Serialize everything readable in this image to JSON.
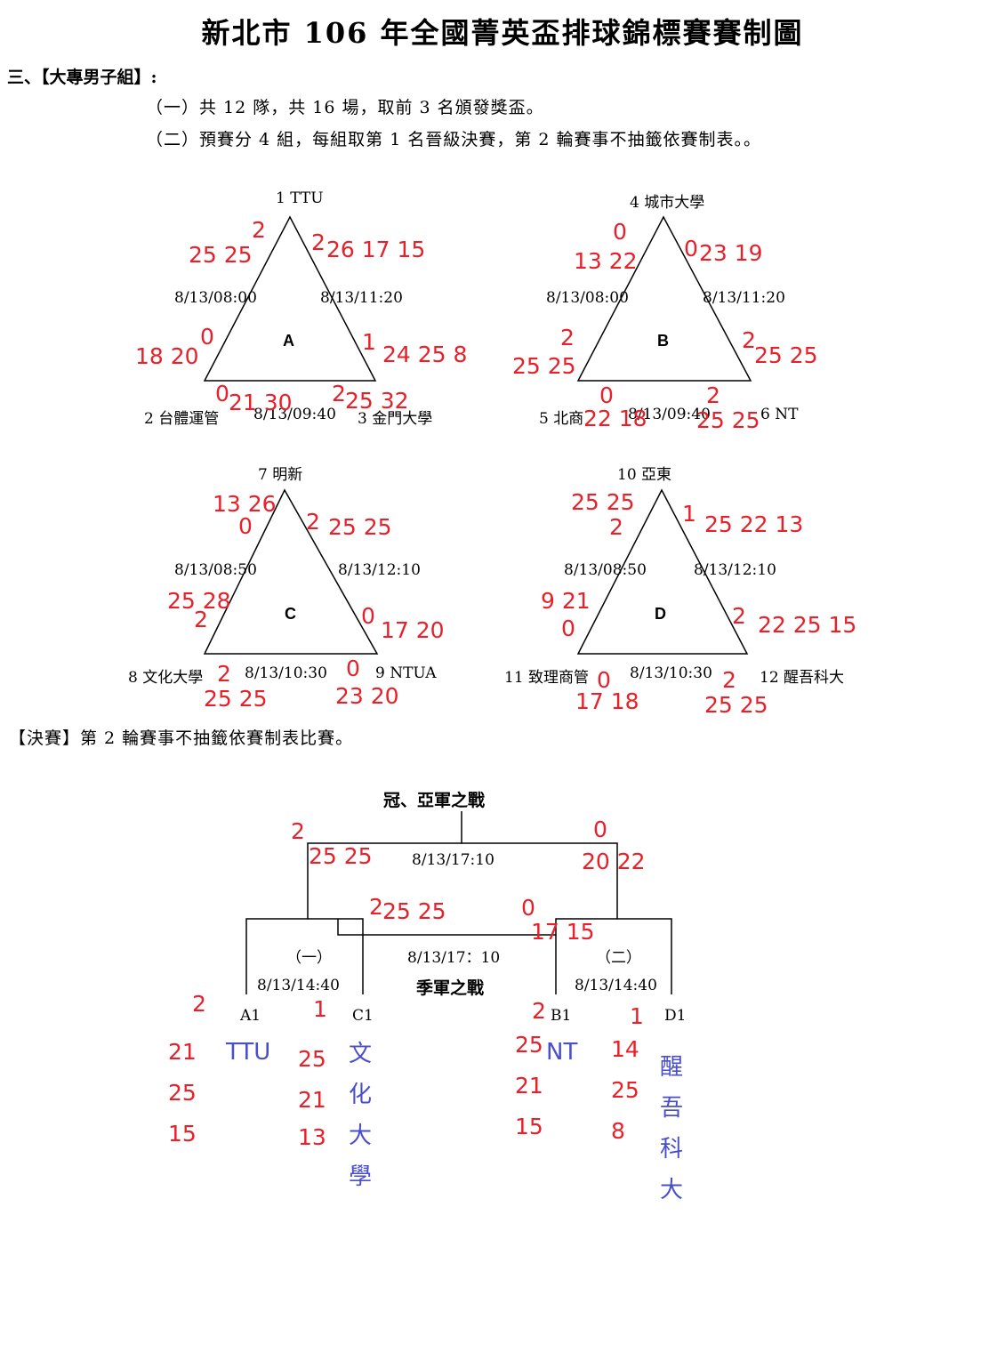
{
  "title": "新北市 106 年全國菁英盃排球錦標賽賽制圖",
  "section_title": "三、【大專男子組】:",
  "rules": [
    "（一）共 12 隊，共 16 場，取前 3 名頒發獎盃。",
    "（二）預賽分 4 組，每組取第 1 名晉級決賽，第 2 輪賽事不抽籤依賽制表。。"
  ],
  "groups": [
    {
      "letter": "A",
      "top_team": "1 TTU",
      "left_team": "2 台體運管",
      "right_team": "3 金門大學",
      "left_time": "8/13/08:00",
      "right_time": "8/13/11:20",
      "bottom_time": "8/13/09:40",
      "scores": {
        "left_edge_top": {
          "sets": "2",
          "points": "25 25"
        },
        "left_edge_bottom": {
          "sets": "0",
          "points": "18 20"
        },
        "right_edge_top": {
          "sets": "2",
          "points": "26 17 15"
        },
        "right_edge_bottom": {
          "sets": "1",
          "points": "24 25 8"
        },
        "bottom_left": {
          "sets": "0",
          "points": "21 30"
        },
        "bottom_right": {
          "sets": "2",
          "points": "25 32"
        }
      }
    },
    {
      "letter": "B",
      "top_team": "4 城市大學",
      "left_team": "5 北商",
      "right_team": "6 NT",
      "left_time": "8/13/08:00",
      "right_time": "8/13/11:20",
      "bottom_time": "8/13/09:40",
      "scores": {
        "left_edge_top": {
          "sets": "0",
          "points": "13 22"
        },
        "left_edge_bottom": {
          "sets": "2",
          "points": "25 25"
        },
        "right_edge_top": {
          "sets": "0",
          "points": "23 19"
        },
        "right_edge_bottom": {
          "sets": "2",
          "points": "25 25"
        },
        "bottom_left": {
          "sets": "0",
          "points": "22 18"
        },
        "bottom_right": {
          "sets": "2",
          "points": "25 25"
        }
      }
    },
    {
      "letter": "C",
      "top_team": "7 明新",
      "left_team": "8 文化大學",
      "right_team": "9 NTUA",
      "left_time": "8/13/08:50",
      "right_time": "8/13/12:10",
      "bottom_time": "8/13/10:30",
      "scores": {
        "left_edge_top": {
          "sets": "0",
          "points": "13 26"
        },
        "left_edge_bottom": {
          "sets": "2",
          "points": "25 28"
        },
        "right_edge_top": {
          "sets": "2",
          "points": "25 25"
        },
        "right_edge_bottom": {
          "sets": "0",
          "points": "17 20"
        },
        "bottom_left": {
          "sets": "2",
          "points": "25 25"
        },
        "bottom_right": {
          "sets": "0",
          "points": "23 20"
        }
      }
    },
    {
      "letter": "D",
      "top_team": "10 亞東",
      "left_team": "11 致理商管",
      "right_team": "12 醒吾科大",
      "left_time": "8/13/08:50",
      "right_time": "8/13/12:10",
      "bottom_time": "8/13/10:30",
      "scores": {
        "left_edge_top": {
          "sets": "2",
          "points": "25 25"
        },
        "left_edge_bottom": {
          "sets": "0",
          "points": "9 21"
        },
        "right_edge_top": {
          "sets": "1",
          "points": "25 22 13"
        },
        "right_edge_bottom": {
          "sets": "2",
          "points": "22 25 15"
        },
        "bottom_left": {
          "sets": "0",
          "points": "17 18"
        },
        "bottom_right": {
          "sets": "2",
          "points": "25 25"
        }
      }
    }
  ],
  "finals": {
    "heading": "【決賽】第 2 輪賽事不抽籤依賽制表比賽。",
    "championship": {
      "label": "冠、亞軍之戰",
      "time": "8/13/17:10",
      "left": {
        "sets": "2",
        "points": "25 25"
      },
      "right": {
        "sets": "0",
        "points": "20 22"
      }
    },
    "third_place": {
      "label": "季軍之戰",
      "time": "8/13/17：10",
      "left": {
        "sets": "2",
        "points": "25 25"
      },
      "right": {
        "sets": "0",
        "points": "17 15"
      }
    },
    "semi1": {
      "label": "（一）",
      "time": "8/13/14:40",
      "left_seed": "A1",
      "right_seed": "C1",
      "left_team": "TTU",
      "right_team": [
        "文",
        "化",
        "大",
        "學"
      ],
      "left_sets": "2",
      "right_sets": "1",
      "left_points": [
        "21",
        "25",
        "15"
      ],
      "right_points": [
        "25",
        "21",
        "13"
      ]
    },
    "semi2": {
      "label": "（二）",
      "time": "8/13/14:40",
      "left_seed": "B1",
      "right_seed": "D1",
      "left_team": "NT",
      "right_team": [
        "醒",
        "吾",
        "科",
        "大"
      ],
      "left_sets": "2",
      "right_sets": "1",
      "left_points": [
        "25",
        "21",
        "15"
      ],
      "right_points": [
        "14",
        "25",
        "8"
      ]
    }
  }
}
